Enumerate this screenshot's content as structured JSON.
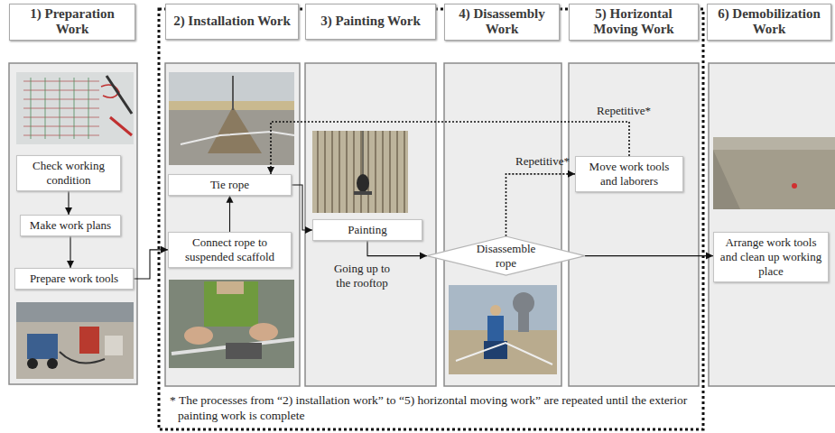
{
  "diagram": {
    "nodes": [
      {
        "text": [
          "1) Preparation Work"
        ]
      },
      {
        "text": [
          "Check working condition"
        ]
      },
      {
        "text": [
          "Make work plans"
        ]
      },
      {
        "text": [
          "Prepare work tools"
        ]
      },
      {
        "text": [
          "2) Installation Work"
        ]
      },
      {
        "text": [
          "Tie rope"
        ]
      },
      {
        "text": [
          "Connect rope to suspended scaffold"
        ]
      },
      {
        "text": [
          "3) Painting Work"
        ]
      },
      {
        "text": [
          "Painting"
        ]
      },
      {
        "text": [
          "4) Disassembly Work"
        ]
      },
      {
        "text": [
          "Disassemble rope"
        ]
      },
      {
        "text": [
          "5) Horizontal Moving Work"
        ]
      },
      {
        "text": [
          "Move work tools and laborers"
        ]
      },
      {
        "text": [
          "6) Demobilization Work"
        ]
      },
      {
        "text": [
          "Arrange work tools and clean up working place"
        ]
      }
    ],
    "edges": [
      {
        "from": 1,
        "to": 2,
        "arrow": "to"
      },
      {
        "from": 2,
        "to": 3,
        "arrow": "to"
      },
      {
        "from": 3,
        "to": 6,
        "arrow": "to"
      },
      {
        "from": 6,
        "to": 5,
        "arrow": "to"
      },
      {
        "from": 5,
        "to": 8,
        "arrow": "to"
      },
      {
        "from": 8,
        "to": 10,
        "label": "Going up to the rooftop",
        "arrow": "to"
      },
      {
        "from": 10,
        "to": 12,
        "label": "Repetitive*",
        "arrow": "to"
      },
      {
        "from": 12,
        "to": 5,
        "label": "Repetitive*",
        "arrow": "to"
      },
      {
        "from": 10,
        "to": 14,
        "arrow": "to"
      }
    ],
    "labels": [
      "* The processes from “2) installation work” to “5) horizontal moving work” are repeated until the exterior painting work is complete"
    ]
  }
}
